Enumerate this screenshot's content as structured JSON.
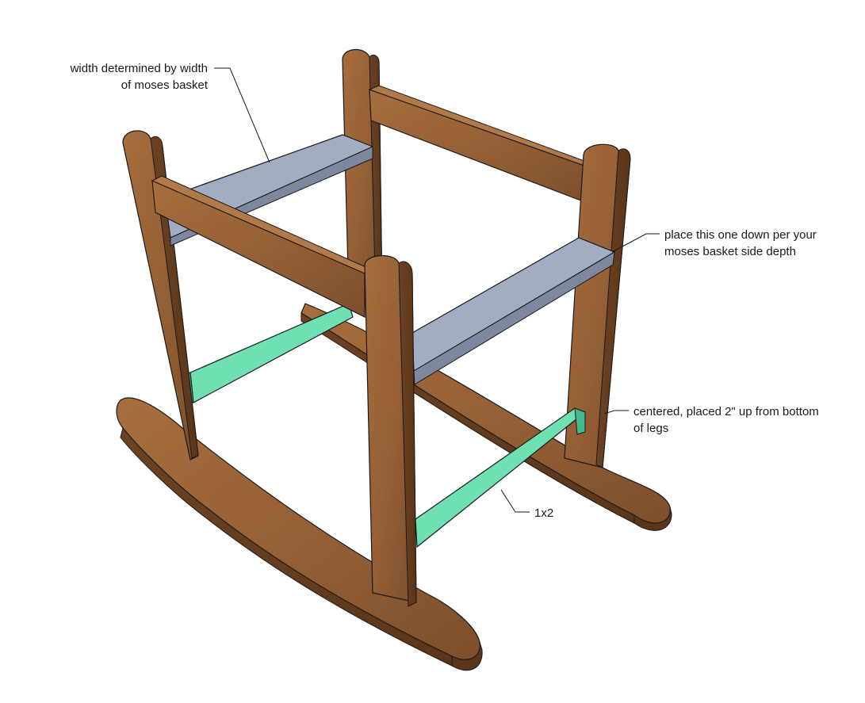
{
  "colors": {
    "wood_light": "#a86e3e",
    "wood_mid": "#8e5a30",
    "wood_dark": "#5f3a1d",
    "slat_blue_top": "#a2adc2",
    "slat_blue_side": "#7d889e",
    "rail_green_top": "#6ee0b2",
    "rail_green_side": "#44b88b",
    "outline": "#1a1a1a",
    "callout_text": "#1a1a1a"
  },
  "callouts": {
    "width": "width determined by width\nof moses basket",
    "place": "place this one down per your\nmoses basket side depth",
    "centered": "centered, placed 2\" up from bottom\nof legs",
    "size": "1x2"
  },
  "parts": {
    "left_rocker": "wood",
    "right_rocker": "wood",
    "legs": "wood",
    "side_rails": "wood",
    "basket_slats": "blue",
    "bottom_stretchers": "green"
  }
}
